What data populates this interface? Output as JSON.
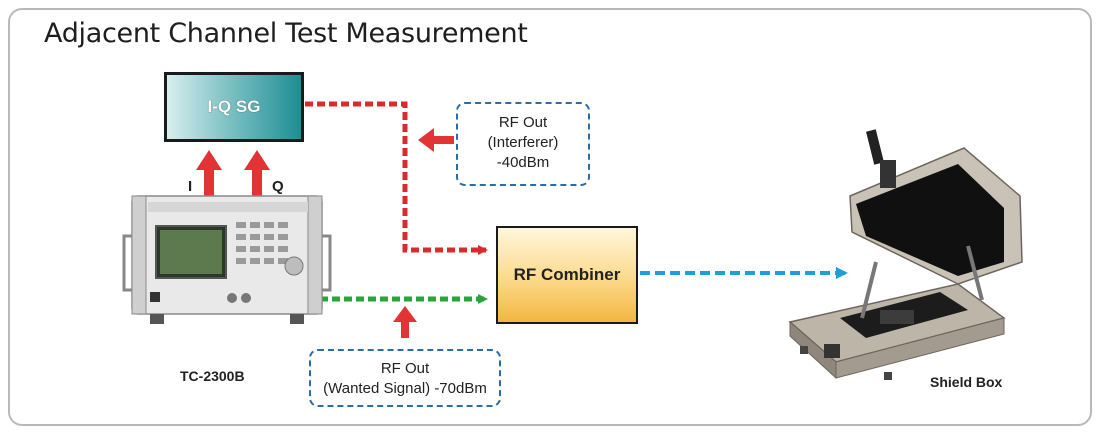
{
  "title": "Adjacent Channel Test Measurement",
  "nodes": {
    "iq_sg": "I-Q SG",
    "rf_combiner": "RF Combiner",
    "tc2300b": "TC-2300B",
    "shield_box": "Shield Box"
  },
  "callouts": {
    "interferer": {
      "line1": "RF Out",
      "line2": "(Interferer)",
      "line3": "-40dBm"
    },
    "wanted": {
      "line1": "RF Out",
      "line2": "(Wanted Signal) -70dBm"
    }
  },
  "arrow_labels": {
    "i": "I",
    "q": "Q"
  },
  "colors": {
    "interferer_path": "#d92b2b",
    "wanted_path": "#2aa43a",
    "output_path": "#1e9fd8",
    "callout_border": "#2c6da8"
  }
}
